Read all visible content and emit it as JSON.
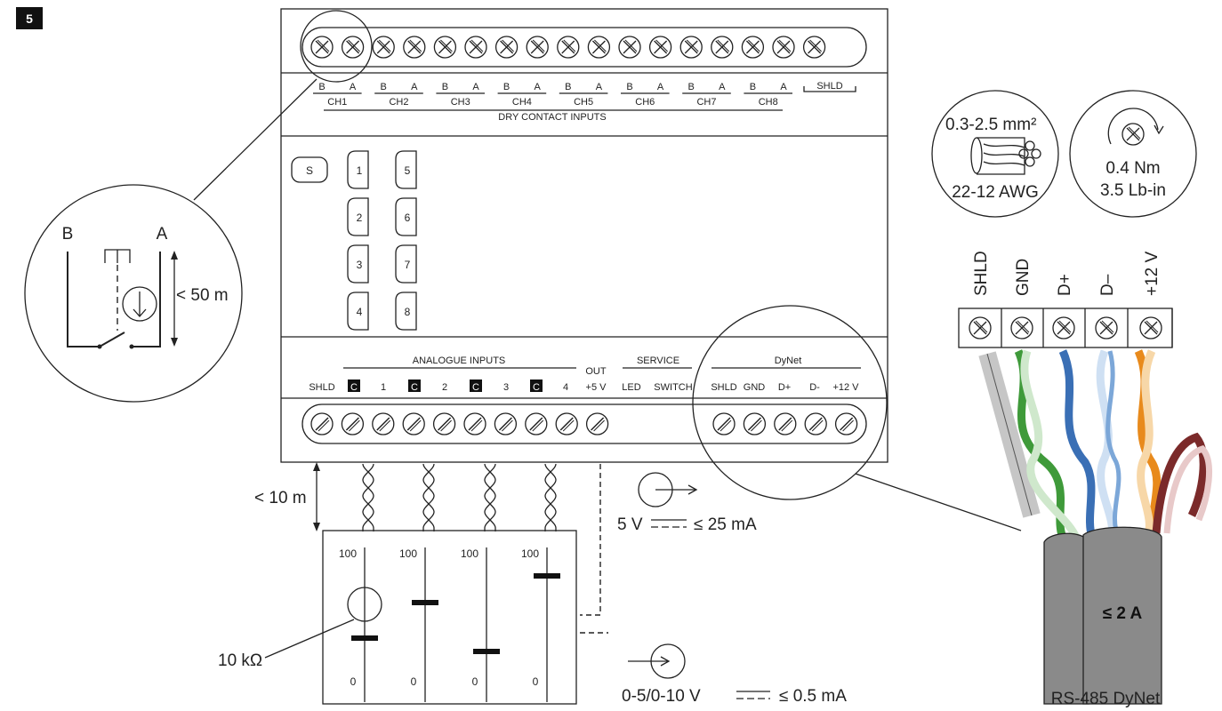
{
  "step_number": "5",
  "top_block": {
    "channel_pair": [
      "B",
      "A"
    ],
    "channels": [
      "CH1",
      "CH2",
      "CH3",
      "CH4",
      "CH5",
      "CH6",
      "CH7",
      "CH8"
    ],
    "shield": "SHLD",
    "section_title": "DRY CONTACT INPUTS"
  },
  "buttons": {
    "service": "S",
    "numbers": [
      "1",
      "2",
      "3",
      "4",
      "5",
      "6",
      "7",
      "8"
    ]
  },
  "bottom_block": {
    "analogue_title": "ANALOGUE INPUTS",
    "out_title": "OUT",
    "service_title": "SERVICE",
    "dynet_title": "DyNet",
    "analogue_terms": [
      "SHLD",
      "C",
      "1",
      "C",
      "2",
      "C",
      "3",
      "C",
      "4",
      "+5 V"
    ],
    "service_terms": [
      "LED",
      "SWITCH"
    ],
    "dynet_terms": [
      "SHLD",
      "GND",
      "D+",
      "D-",
      "+12 V"
    ]
  },
  "contact_detail": {
    "left_label": "B",
    "right_label": "A",
    "distance": "< 50 m"
  },
  "analogue_cable": {
    "distance": "< 10 m",
    "top_scale": "100",
    "bottom_scale": "0",
    "resistor": "10 kΩ",
    "out_spec_voltage": "5 V",
    "out_spec_current": "≤ 25 mA",
    "in_spec_voltage": "0-5/0-10 V",
    "in_spec_current": "≤ 0.5 mA"
  },
  "wire_spec": {
    "cross_section": "0.3-2.5 mm²",
    "gauge": "22-12 AWG"
  },
  "torque_spec": {
    "metric": "0.4 Nm",
    "imperial": "3.5 Lb-in"
  },
  "dynet_connector": {
    "terminals": [
      "SHLD",
      "GND",
      "D+",
      "D–",
      "+12 V"
    ],
    "current_rating": "≤ 2 A",
    "cable_label": "RS-485 DyNet"
  },
  "colors": {
    "line": "#222222",
    "green": "#3f9a3a",
    "blue": "#3a6fb5",
    "orange": "#e88a1c",
    "brown": "#7b2a2a",
    "cable_gray": "#8a8a8a",
    "shield_gray": "#b7b7b7"
  },
  "icons": [
    "screw-terminal-icon",
    "push-button-icon",
    "current-arrow-icon",
    "twisted-wire-icon",
    "rotate-arrow-icon"
  ]
}
